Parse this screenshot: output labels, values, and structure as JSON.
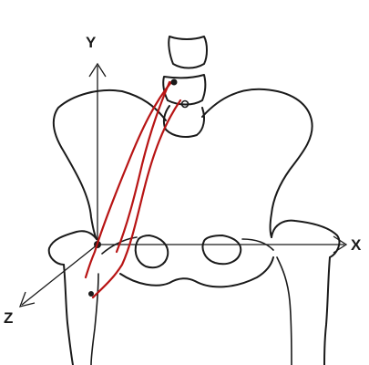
{
  "diagram": {
    "axes": {
      "x_label": "X",
      "y_label": "Y",
      "z_label": "Z"
    },
    "colors": {
      "bone_outline": "#1a1a1a",
      "muscle_line": "#b81414",
      "background": "#ffffff"
    }
  }
}
